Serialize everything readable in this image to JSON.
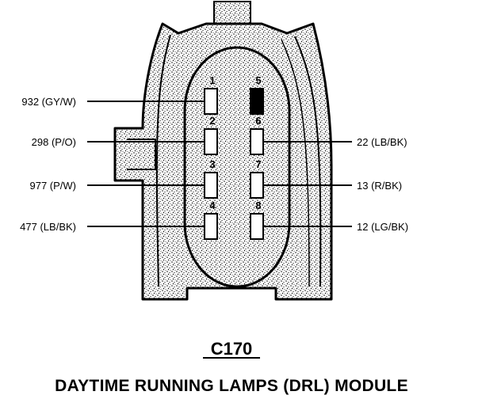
{
  "connector": {
    "id": "C170",
    "title": "DAYTIME RUNNING LAMPS (DRL) MODULE"
  },
  "pins": [
    {
      "number": "1",
      "circuit": "932 (GY/W)",
      "side": "left",
      "filled": false
    },
    {
      "number": "2",
      "circuit": "298 (P/O)",
      "side": "left",
      "filled": false
    },
    {
      "number": "3",
      "circuit": "977 (P/W)",
      "side": "left",
      "filled": false
    },
    {
      "number": "4",
      "circuit": "477 (LB/BK)",
      "side": "left",
      "filled": false
    },
    {
      "number": "5",
      "circuit": "",
      "side": "none",
      "filled": true
    },
    {
      "number": "6",
      "circuit": "22 (LB/BK)",
      "side": "right",
      "filled": false
    },
    {
      "number": "7",
      "circuit": "13 (R/BK)",
      "side": "right",
      "filled": false
    },
    {
      "number": "8",
      "circuit": "12 (LG/BK)",
      "side": "right",
      "filled": false
    }
  ]
}
